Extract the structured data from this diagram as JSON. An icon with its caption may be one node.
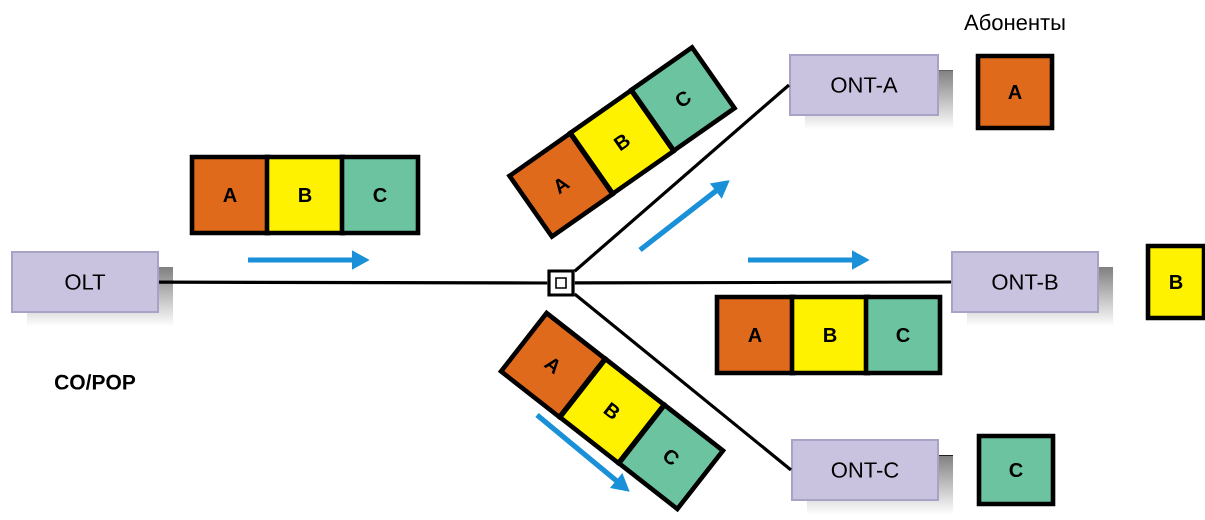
{
  "diagram": {
    "nodes": [
      {
        "text": [
          "OLT"
        ]
      },
      {
        "text": [],
        "shape": "box"
      },
      {
        "text": [
          "ONT-A"
        ]
      },
      {
        "text": [
          "ONT-B"
        ]
      },
      {
        "text": [
          "ONT-C"
        ]
      },
      {
        "text": [
          "A"
        ]
      },
      {
        "text": [
          "B"
        ]
      },
      {
        "text": [
          "C"
        ]
      },
      {
        "text": [
          "A"
        ]
      },
      {
        "text": [
          "B"
        ]
      },
      {
        "text": [
          "C"
        ]
      },
      {
        "text": [
          "A"
        ]
      },
      {
        "text": [
          "B"
        ]
      },
      {
        "text": [
          "C"
        ]
      },
      {
        "text": [
          "A"
        ]
      },
      {
        "text": [
          "B"
        ]
      },
      {
        "text": [
          "C"
        ]
      },
      {
        "text": [
          "A"
        ]
      },
      {
        "text": [
          "B"
        ]
      },
      {
        "text": [
          "C"
        ]
      }
    ],
    "edges": [
      {
        "from": 0,
        "to": 1,
        "arrow": "none"
      },
      {
        "from": 1,
        "to": 2,
        "arrow": "none"
      },
      {
        "from": 1,
        "to": 3,
        "arrow": "none"
      },
      {
        "from": 1,
        "to": 4,
        "arrow": "none"
      }
    ],
    "labels": [
      "Абоненты",
      "CO/POP"
    ]
  }
}
